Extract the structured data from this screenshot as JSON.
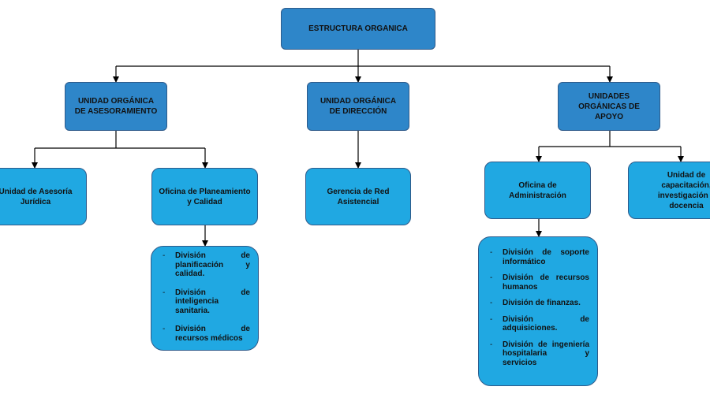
{
  "root": {
    "label": "ESTRUCTURA ORGANICA"
  },
  "level1": {
    "asesoramiento": "UNIDAD ORGÁNICA DE ASESORAMIENTO",
    "direccion": "UNIDAD ORGÁNICA DE DIRECCIÓN",
    "apoyo": "UNIDADES ORGÁNICAS DE APOYO"
  },
  "level2": {
    "asesoria_juridica": "Unidad de Asesoría Jurídica",
    "planeamiento": "Oficina de Planeamiento y Calidad",
    "gerencia": "Gerencia de Red Asistencial",
    "administracion": "Oficina de Administración",
    "capacitacion": "Unidad de capacitación, investigación y docencia"
  },
  "planeamiento_divisions": [
    "División de planificación y calidad.",
    "División de inteligencia sanitaria.",
    "División de recursos médicos"
  ],
  "administracion_divisions": [
    "División de soporte informático",
    "División de recursos humanos",
    "División de finanzas.",
    "División de adquisiciones.",
    "División de ingeniería hospitalaria y servicios"
  ],
  "colors": {
    "dark_box": "#2e86c9",
    "light_box": "#20a8e2",
    "border": "#2e5a8a",
    "connector": "#000000"
  }
}
